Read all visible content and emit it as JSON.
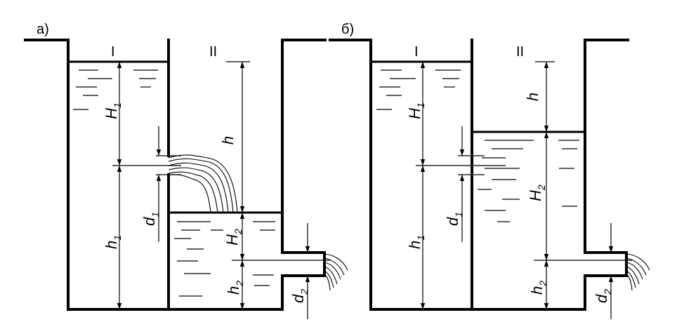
{
  "panels": [
    {
      "id": "a",
      "label": "а)",
      "tanks": [
        "I",
        "II"
      ],
      "dims": {
        "H1": {
          "main": "H",
          "sub": "1"
        },
        "h1": {
          "main": "h",
          "sub": "1"
        },
        "d1": {
          "main": "d",
          "sub": "1"
        },
        "h": {
          "main": "h",
          "sub": ""
        },
        "H2": {
          "main": "H",
          "sub": "2"
        },
        "h2": {
          "main": "h",
          "sub": "2"
        },
        "d2": {
          "main": "d",
          "sub": "2"
        }
      }
    },
    {
      "id": "b",
      "label": "б)",
      "tanks": [
        "I",
        "II"
      ],
      "dims": {
        "H1": {
          "main": "H",
          "sub": "1"
        },
        "h1": {
          "main": "h",
          "sub": "1"
        },
        "d1": {
          "main": "d",
          "sub": "1"
        },
        "h": {
          "main": "h",
          "sub": ""
        },
        "H2": {
          "main": "H",
          "sub": "2"
        },
        "h2": {
          "main": "h",
          "sub": "2"
        },
        "d2": {
          "main": "d",
          "sub": "2"
        }
      }
    }
  ]
}
